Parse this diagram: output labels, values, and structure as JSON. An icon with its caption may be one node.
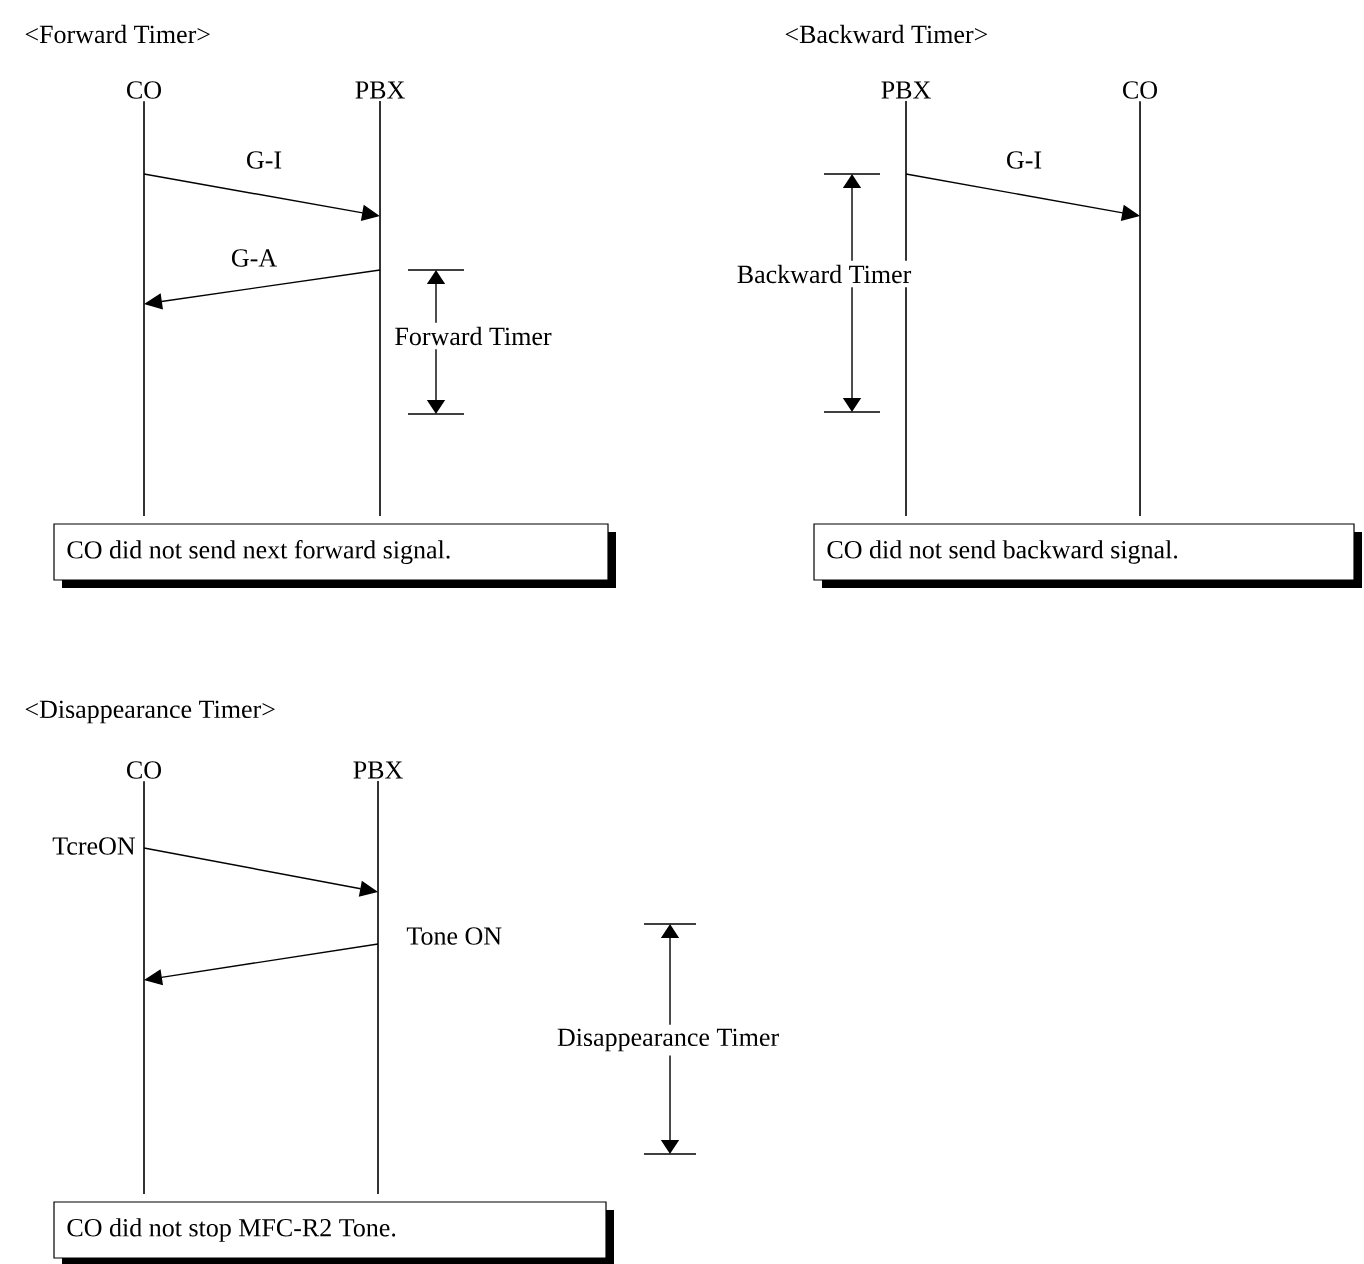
{
  "diagram": {
    "nodes": [
      {
        "text": [
          "CO"
        ]
      },
      {
        "text": [
          "PBX"
        ]
      },
      {
        "text": [
          "CO did not send next forward signal."
        ]
      },
      {
        "text": [
          "PBX"
        ]
      },
      {
        "text": [
          "CO"
        ]
      },
      {
        "text": [
          "CO did not send backward signal."
        ]
      },
      {
        "text": [
          "CO"
        ]
      },
      {
        "text": [
          "PBX"
        ]
      },
      {
        "text": [
          "CO did not stop MFC-R2 Tone."
        ]
      }
    ],
    "edges": [
      {
        "from": 0,
        "to": 1,
        "arrow": "to",
        "label": "G-I"
      },
      {
        "from": 1,
        "to": 0,
        "arrow": "to",
        "label": "G-A"
      },
      {
        "from": 3,
        "to": 4,
        "arrow": "to",
        "label": "G-I"
      },
      {
        "from": 6,
        "to": 7,
        "arrow": "to",
        "label": "TcreON"
      },
      {
        "from": 7,
        "to": 6,
        "arrow": "to",
        "label": "Tone ON"
      }
    ],
    "labels": [
      "<Forward Timer>",
      "<Backward Timer>",
      "Forward Timer",
      "Backward Timer",
      "<Disappearance Timer>",
      "Disappearance Timer"
    ]
  }
}
